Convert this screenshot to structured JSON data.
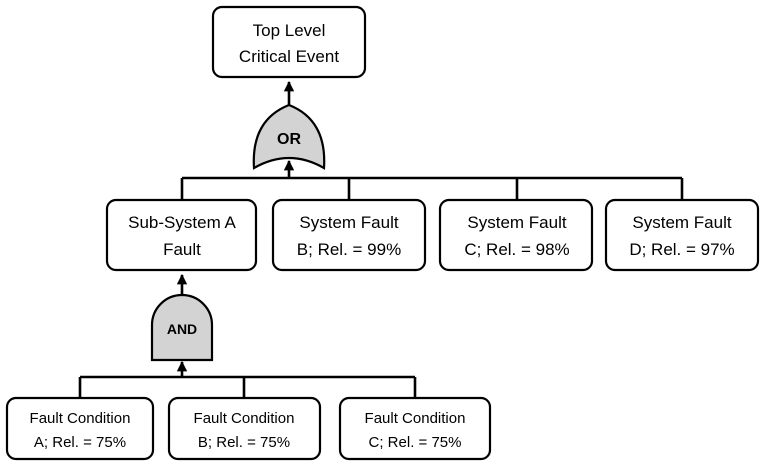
{
  "top_event": {
    "line1": "Top Level",
    "line2": "Critical Event"
  },
  "or_gate": {
    "label": "OR"
  },
  "and_gate": {
    "label": "AND"
  },
  "subsystem_a": {
    "line1": "Sub-System A",
    "line2": "Fault"
  },
  "system_faults": [
    {
      "line1": "System Fault",
      "line2": "B; Rel. = 99%"
    },
    {
      "line1": "System Fault",
      "line2": "C; Rel. = 98%"
    },
    {
      "line1": "System Fault",
      "line2": "D; Rel. = 97%"
    }
  ],
  "fault_conditions": [
    {
      "line1": "Fault Condition",
      "line2": "A; Rel. = 75%"
    },
    {
      "line1": "Fault Condition",
      "line2": "B; Rel. = 75%"
    },
    {
      "line1": "Fault Condition",
      "line2": "C; Rel. = 75%"
    }
  ],
  "colors": {
    "gate_fill": "#d3d3d3",
    "box_fill": "#ffffff",
    "stroke": "#000000"
  }
}
